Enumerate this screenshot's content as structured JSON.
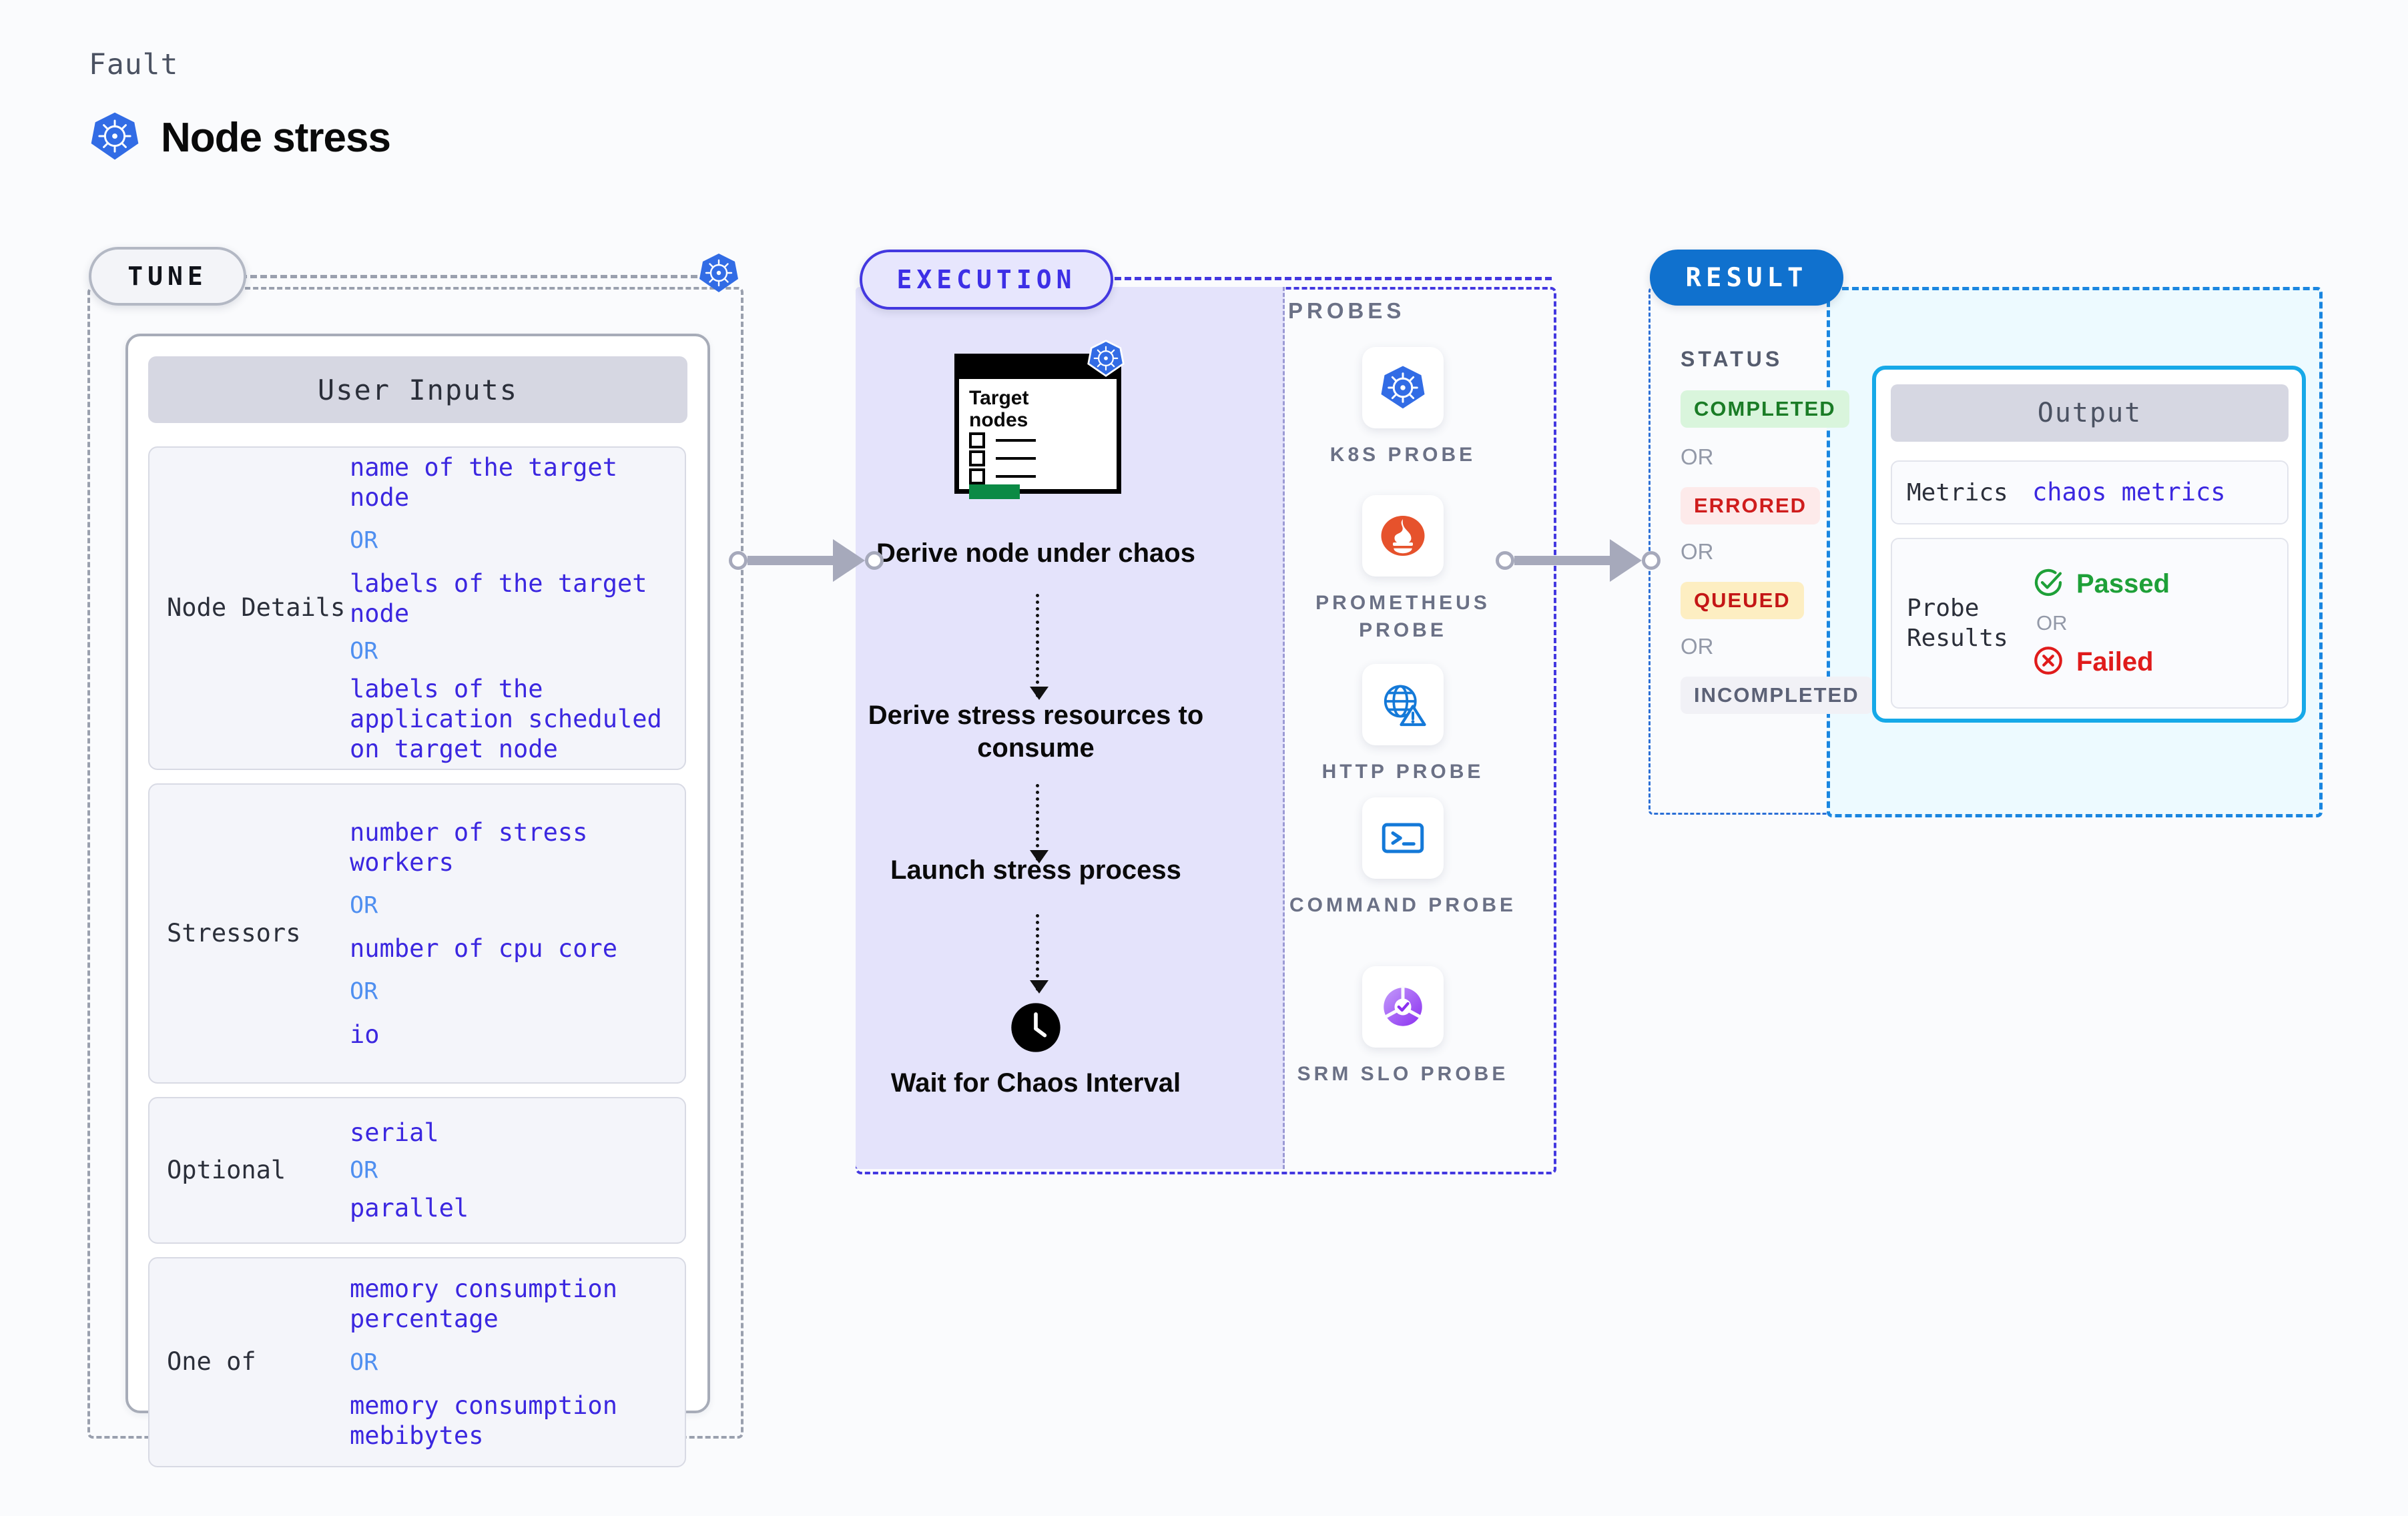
{
  "header": {
    "eyebrow": "Fault",
    "title": "Node stress",
    "icon": "kubernetes-icon"
  },
  "tune": {
    "pill_label": "TUNE",
    "icon": "kubernetes-icon",
    "card_header": "User Inputs",
    "groups": [
      {
        "label": "Node Details",
        "values": [
          "name of the target node",
          "labels of the target node",
          "labels of the application scheduled on target node"
        ],
        "separator": "OR"
      },
      {
        "label": "Stressors",
        "values": [
          "number of stress workers",
          "number of cpu core",
          "io"
        ],
        "separator": "OR"
      },
      {
        "label": "Optional",
        "values": [
          "serial",
          "parallel"
        ],
        "separator": "OR"
      },
      {
        "label": "One of",
        "values": [
          "memory consumption percentage",
          "memory consumption mebibytes"
        ],
        "separator": "OR"
      }
    ]
  },
  "execution": {
    "pill_label": "EXECUTION",
    "card": {
      "title_line1": "Target",
      "title_line2": "nodes",
      "icon": "kubernetes-icon"
    },
    "steps": [
      "Derive node under chaos",
      "Derive stress resources to consume",
      "Launch stress process",
      "Wait for Chaos Interval"
    ],
    "wait_icon": "clock-icon",
    "probes_title": "PROBES",
    "probes": [
      {
        "label": "K8S PROBE",
        "icon": "kubernetes-icon"
      },
      {
        "label": "PROMETHEUS PROBE",
        "icon": "prometheus-icon"
      },
      {
        "label": "HTTP PROBE",
        "icon": "globe-warning-icon"
      },
      {
        "label": "COMMAND PROBE",
        "icon": "terminal-icon"
      },
      {
        "label": "SRM SLO PROBE",
        "icon": "srm-slo-icon"
      }
    ]
  },
  "result": {
    "pill_label": "RESULT",
    "status_title": "STATUS",
    "separator": "OR",
    "statuses": [
      {
        "label": "COMPLETED",
        "color": "#1a7c26",
        "bg": "#d9f5dc"
      },
      {
        "label": "ERRORED",
        "color": "#cf1c1c",
        "bg": "#fdeaea"
      },
      {
        "label": "QUEUED",
        "color": "#c41616",
        "bg": "#fdeec2"
      },
      {
        "label": "INCOMPLETED",
        "color": "#5b6176",
        "bg": "#f1f1f6"
      }
    ],
    "output": {
      "header": "Output",
      "metrics_label": "Metrics",
      "metrics_value": "chaos metrics",
      "probe_results_label": "Probe Results",
      "passed_label": "Passed",
      "failed_label": "Failed",
      "passed_icon": "check-circle-icon",
      "failed_icon": "x-circle-icon",
      "separator": "OR"
    }
  },
  "colors": {
    "accent_blue": "#3b27e0",
    "or_blue": "#4f8ff0",
    "result_blue": "#1071ce",
    "output_border": "#16a9e8",
    "passed_green": "#1ea038",
    "failed_red": "#e01b1b",
    "k8s_blue": "#326ce5"
  }
}
